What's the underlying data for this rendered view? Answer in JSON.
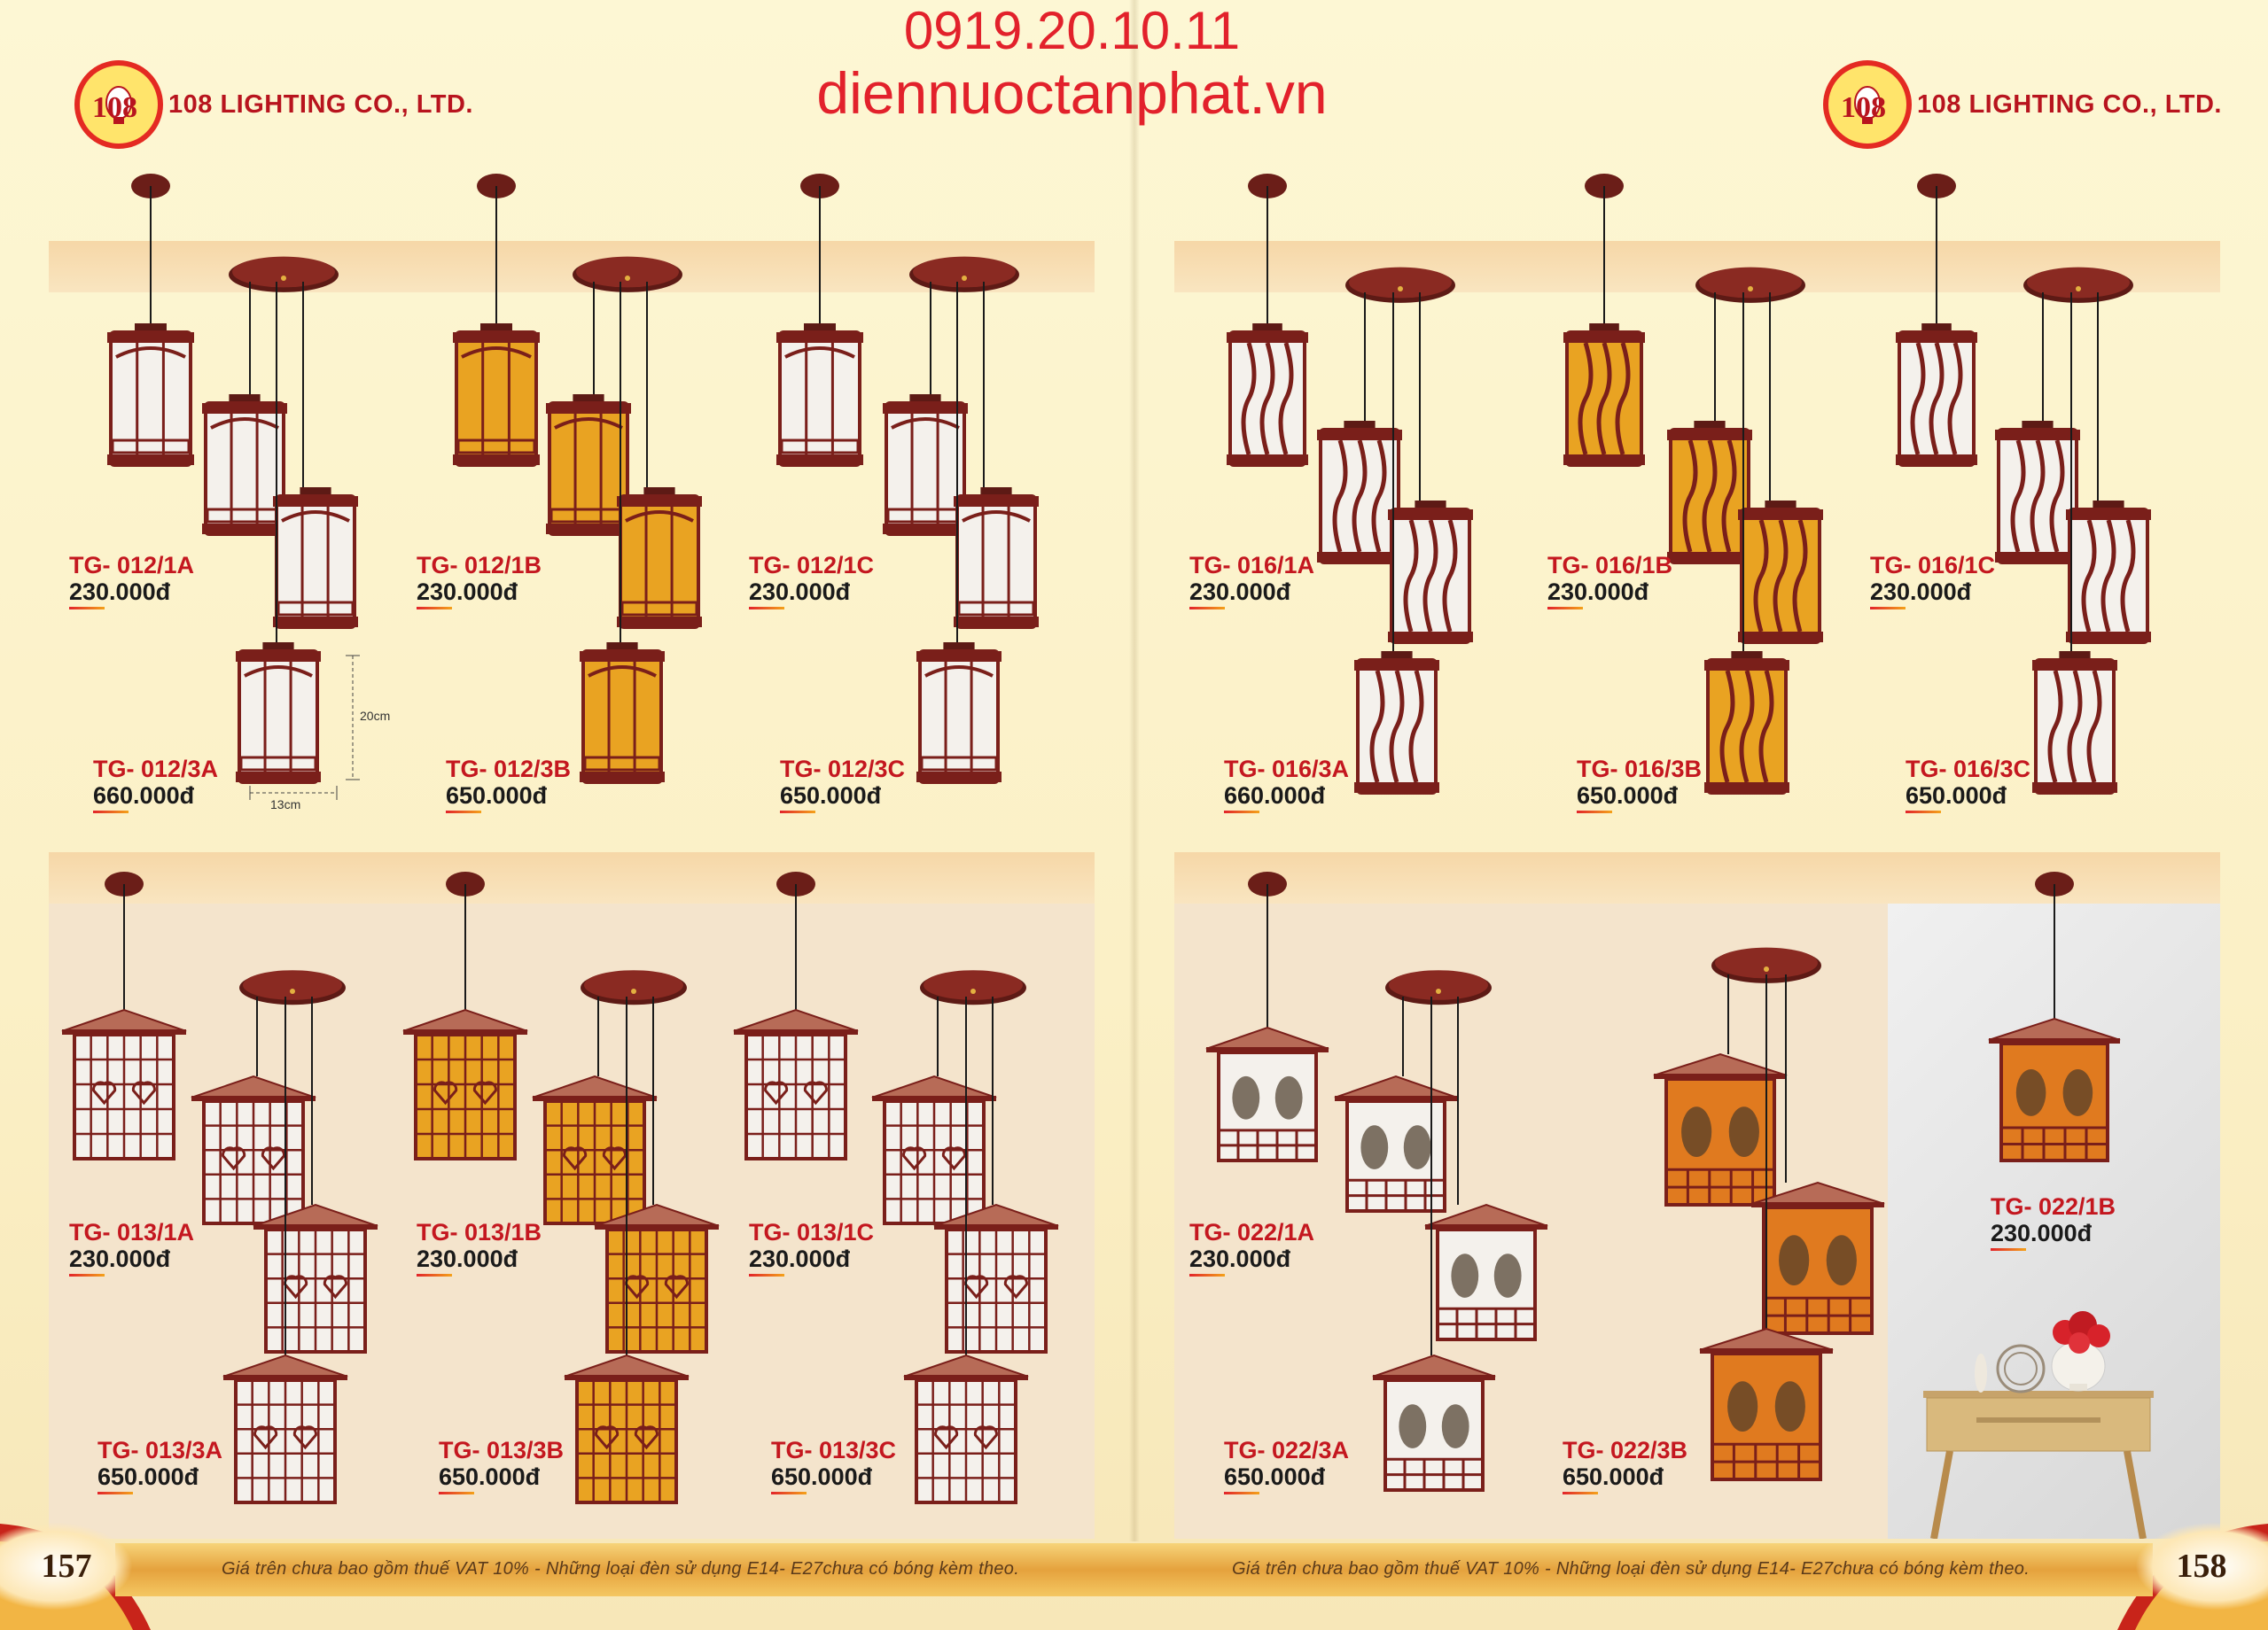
{
  "header": {
    "phone": "0919.20.10.11",
    "website": "diennuoctanphat.vn"
  },
  "brand": {
    "logo_text": "108",
    "name": "108 LIGHTING CO., LTD."
  },
  "colors": {
    "code_red": "#c4171f",
    "lamp_wood": "#7a1f1a",
    "amber_shade": "#e9a322",
    "white_shade": "#f4f1ec",
    "band": "#f7dcb0"
  },
  "dimensions": {
    "height": "20cm",
    "width": "13cm"
  },
  "products": [
    {
      "code": "TG- 012/1A",
      "price": "230.000đ"
    },
    {
      "code": "TG- 012/1B",
      "price": "230.000đ"
    },
    {
      "code": "TG- 012/1C",
      "price": "230.000đ"
    },
    {
      "code": "TG- 012/3A",
      "price": "660.000đ"
    },
    {
      "code": "TG- 012/3B",
      "price": "650.000đ"
    },
    {
      "code": "TG- 012/3C",
      "price": "650.000đ"
    },
    {
      "code": "TG- 013/1A",
      "price": "230.000đ"
    },
    {
      "code": "TG- 013/1B",
      "price": "230.000đ"
    },
    {
      "code": "TG- 013/1C",
      "price": "230.000đ"
    },
    {
      "code": "TG- 013/3A",
      "price": "650.000đ"
    },
    {
      "code": "TG- 013/3B",
      "price": "650.000đ"
    },
    {
      "code": "TG- 013/3C",
      "price": "650.000đ"
    },
    {
      "code": "TG- 016/1A",
      "price": "230.000đ"
    },
    {
      "code": "TG- 016/1B",
      "price": "230.000đ"
    },
    {
      "code": "TG- 016/1C",
      "price": "230.000đ"
    },
    {
      "code": "TG- 016/3A",
      "price": "660.000đ"
    },
    {
      "code": "TG- 016/3B",
      "price": "650.000đ"
    },
    {
      "code": "TG- 016/3C",
      "price": "650.000đ"
    },
    {
      "code": "TG- 022/1A",
      "price": "230.000đ"
    },
    {
      "code": "TG- 022/1B",
      "price": "230.000đ"
    },
    {
      "code": "TG- 022/3A",
      "price": "650.000đ"
    },
    {
      "code": "TG- 022/3B",
      "price": "650.000đ"
    }
  ],
  "footer": {
    "note": "Giá trên chưa bao gồm thuế VAT 10% - Những loại đèn sử dụng E14- E27chưa có bóng kèm theo.",
    "page_left": "157",
    "page_right": "158"
  }
}
